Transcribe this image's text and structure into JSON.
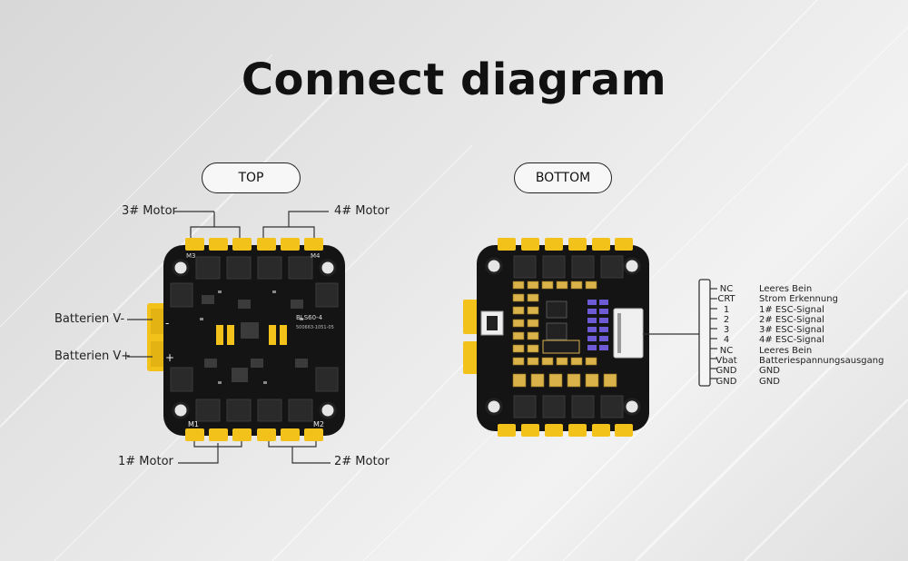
{
  "title": "Connect diagram",
  "top_view": {
    "label": "TOP",
    "motor3": "3# Motor",
    "motor4": "4# Motor",
    "motor1": "1# Motor",
    "motor2": "2# Motor",
    "battery_minus": "Batterien V-",
    "battery_plus": "Batterien V+",
    "board_marks": {
      "m1": "M1",
      "m2": "M2",
      "m3": "M3",
      "m4": "M4",
      "minus": "-",
      "plus": "+",
      "silk": "BLS60-4",
      "serial": "500663-1051-05"
    }
  },
  "bottom_view": {
    "label": "BOTTOM",
    "connector_pins": [
      {
        "pin": "NC",
        "desc": "Leeres Bein"
      },
      {
        "pin": "CRT",
        "desc": "Strom Erkennung"
      },
      {
        "pin": "1",
        "desc": "1# ESC-Signal"
      },
      {
        "pin": "2",
        "desc": "2# ESC-Signal"
      },
      {
        "pin": "3",
        "desc": "3# ESC-Signal"
      },
      {
        "pin": "4",
        "desc": "4# ESC-Signal"
      },
      {
        "pin": "NC",
        "desc": "Leeres Bein"
      },
      {
        "pin": "Vbat",
        "desc": "Batteriespannungsausgang"
      },
      {
        "pin": "GND",
        "desc": "GND"
      },
      {
        "pin": "GND",
        "desc": "GND"
      }
    ]
  },
  "colors": {
    "background": "#e4e4e4",
    "board": "#111111",
    "pad": "#f2c21b",
    "text": "#111111"
  }
}
